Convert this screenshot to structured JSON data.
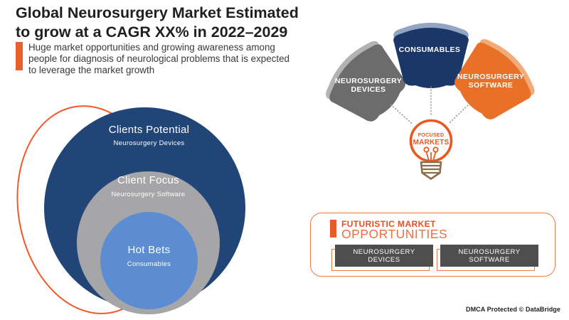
{
  "header": {
    "title": "Global Neurosurgery Market Estimated\nto grow at a CAGR XX% in 2022–2029",
    "subtitle": "Huge market opportunities and growing awareness among\npeople for diagnosis of neurological problems that is expected\nto leverage the market growth"
  },
  "venn": {
    "outer": {
      "title": "Clients Potential",
      "subtitle": "Neurosurgery Devices"
    },
    "middle": {
      "title": "Client Focus",
      "subtitle": "Neurosurgery Software"
    },
    "inner": {
      "title": "Hot Bets",
      "subtitle": "Consumables"
    }
  },
  "fan": {
    "left_petal": {
      "line1": "NEUROSURGERY",
      "line2": "DEVICES"
    },
    "center_petal": {
      "line1": "CONSUMABLES"
    },
    "right_petal": {
      "line1": "NEUROSURGERY",
      "line2": "SOFTWARE"
    },
    "bulb": {
      "line1": "FOCUSED",
      "line2": "MARKETS"
    }
  },
  "opportunities": {
    "heading_top": "FUTURISTIC MARKET",
    "heading_bottom": "OPPORTUNITIES",
    "buttons": [
      {
        "label": "NEUROSURGERY DEVICES"
      },
      {
        "label": "NEUROSURGERY SOFTWARE"
      }
    ]
  },
  "footer": {
    "dmca": "DMCA Protected © DataBridge"
  },
  "colors": {
    "accent_orange": "#ea5a26",
    "outline_orange": "#f4572a",
    "navy_circle": "#224577",
    "gray_circle": "#a6a6a8",
    "light_blue_circle": "#5c8cd1",
    "petal_gray": "#6c6c6c",
    "petal_gray_shadow": "#b3b3b3",
    "petal_navy": "#1b3767",
    "petal_navy_shadow": "#92a6c3",
    "petal_orange": "#e97127",
    "petal_orange_shadow": "#f2ab7a",
    "bulb_stroke": "#e8581f",
    "bulb_base_brown": "#8c6e4b",
    "button_dark": "#4e4e4e",
    "title_dark": "#1f1f1f"
  }
}
